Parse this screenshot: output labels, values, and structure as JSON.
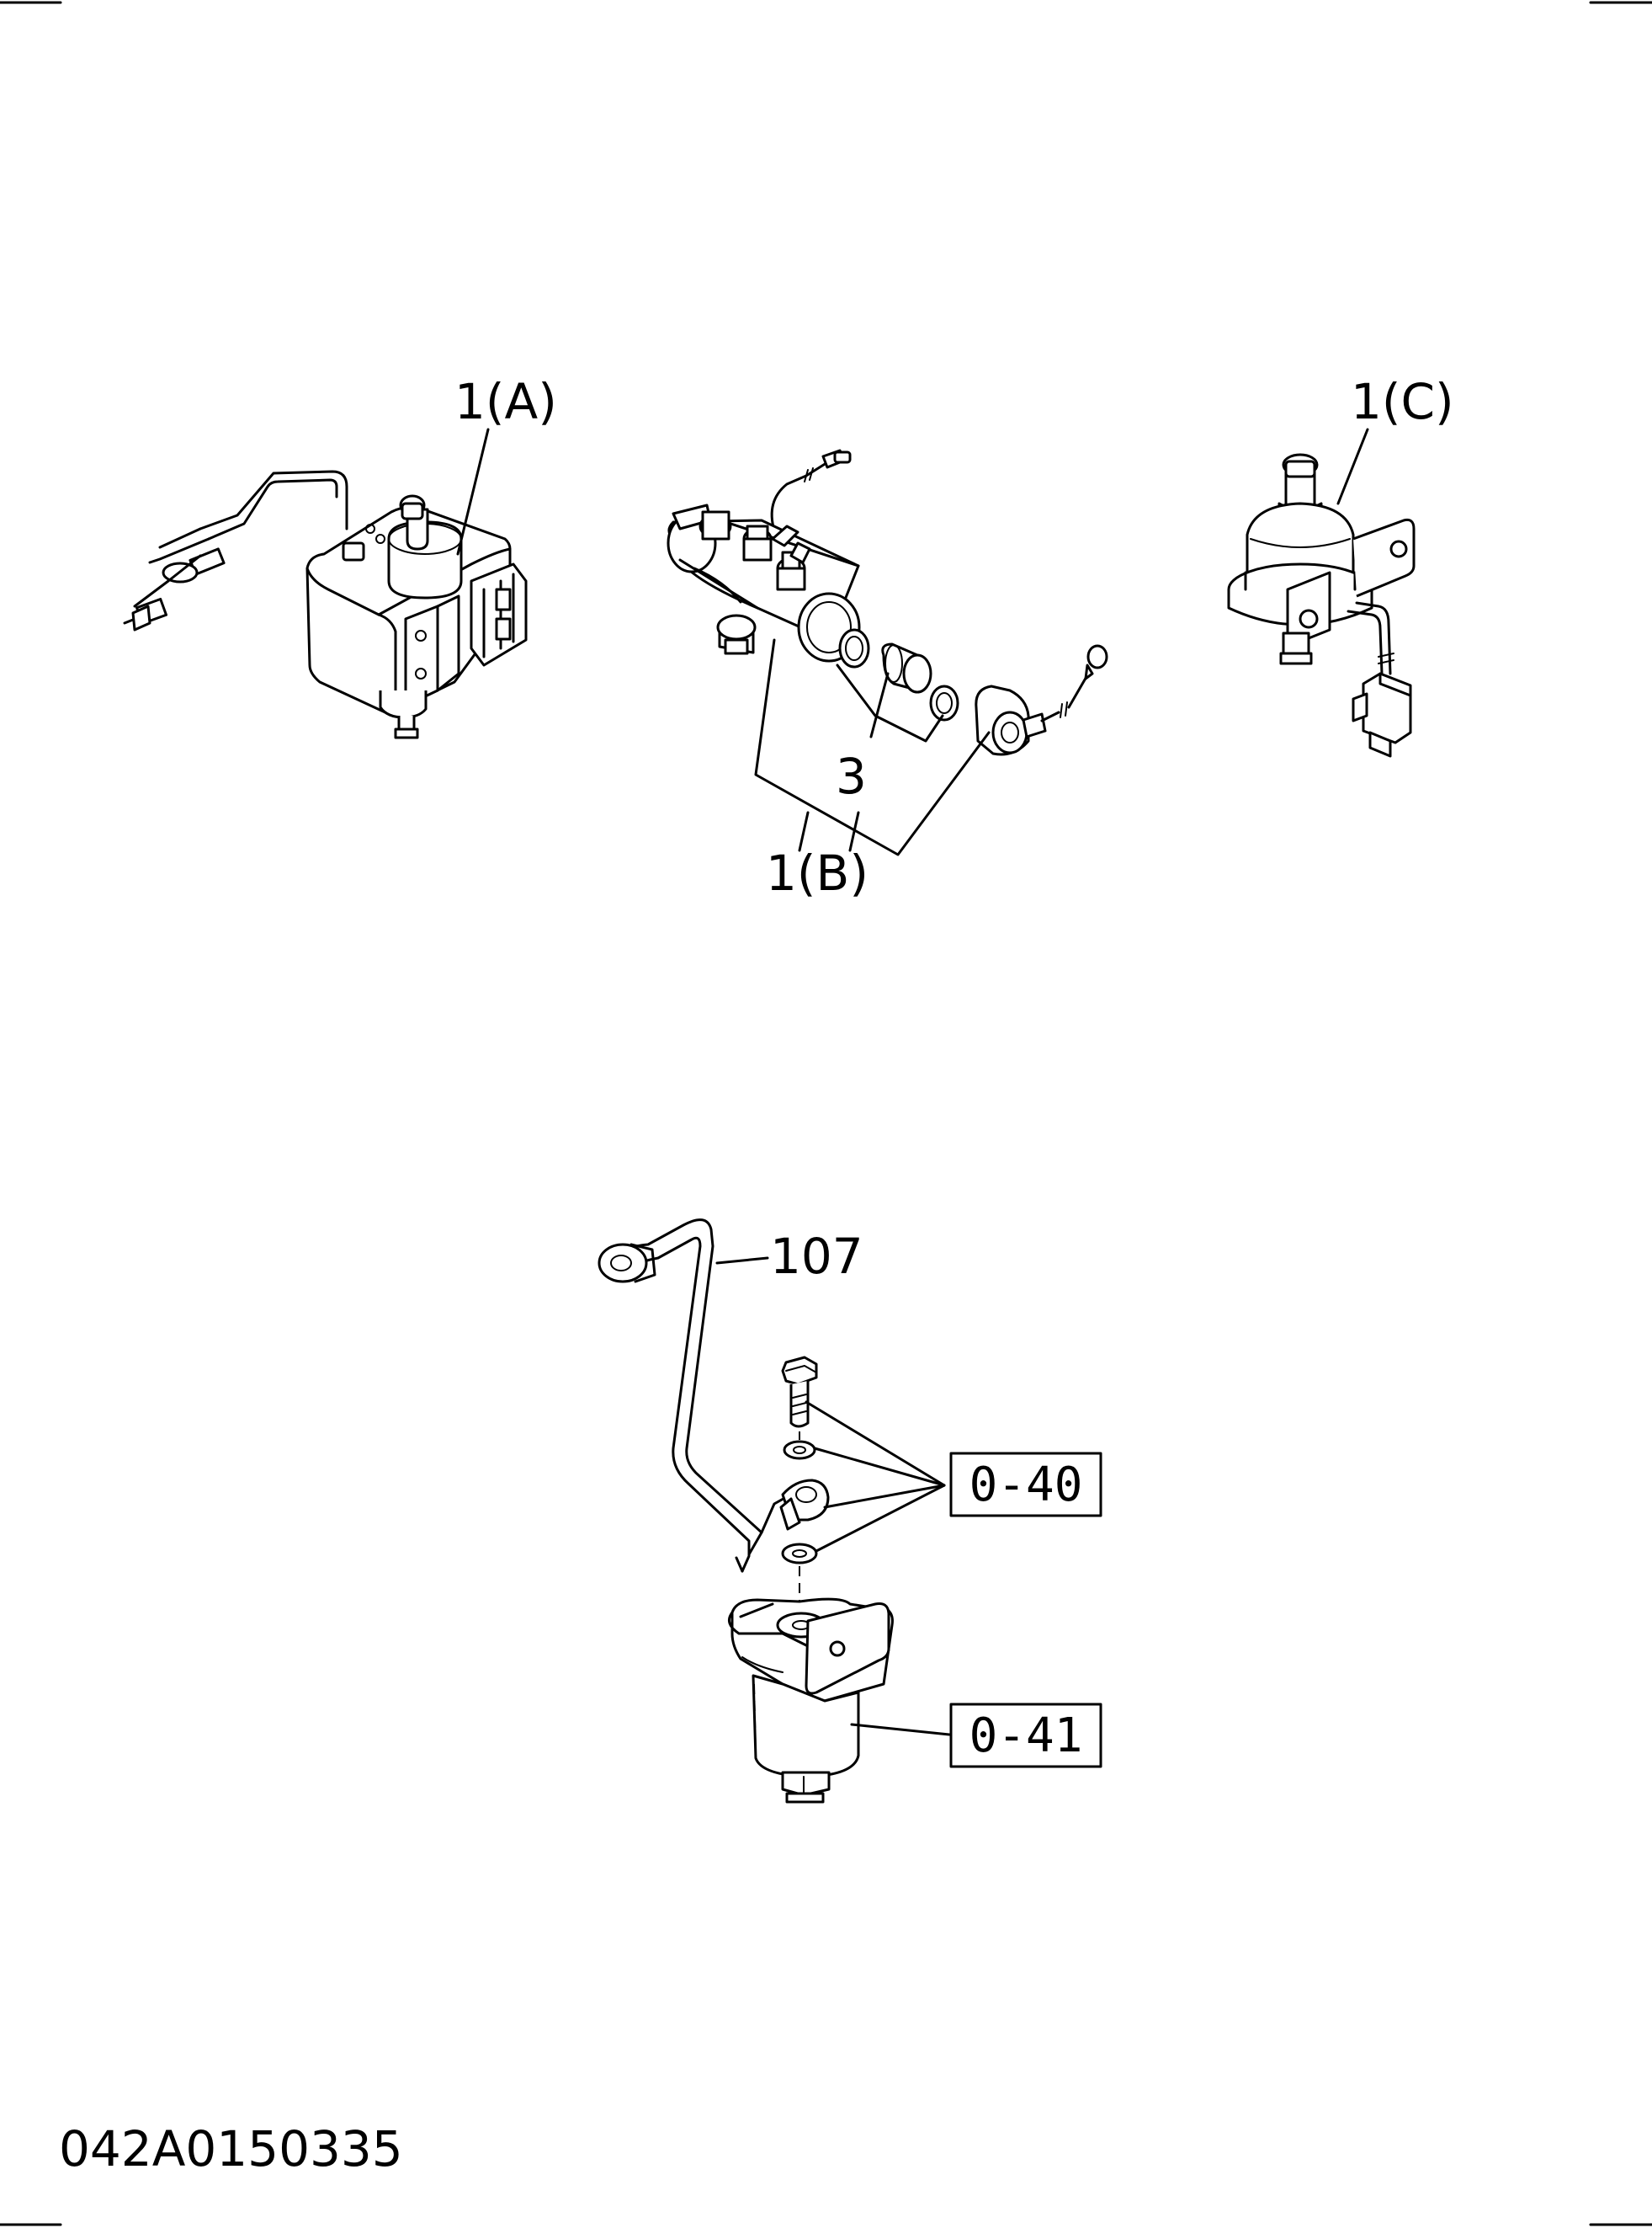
{
  "callouts": {
    "part_1a": "1(A)",
    "part_1b": "1(B)",
    "part_1c": "1(C)",
    "part_3": "3",
    "part_107": "107",
    "ref_040": "0-40",
    "ref_041": "0-41"
  },
  "drawing_code": "042A0150335"
}
